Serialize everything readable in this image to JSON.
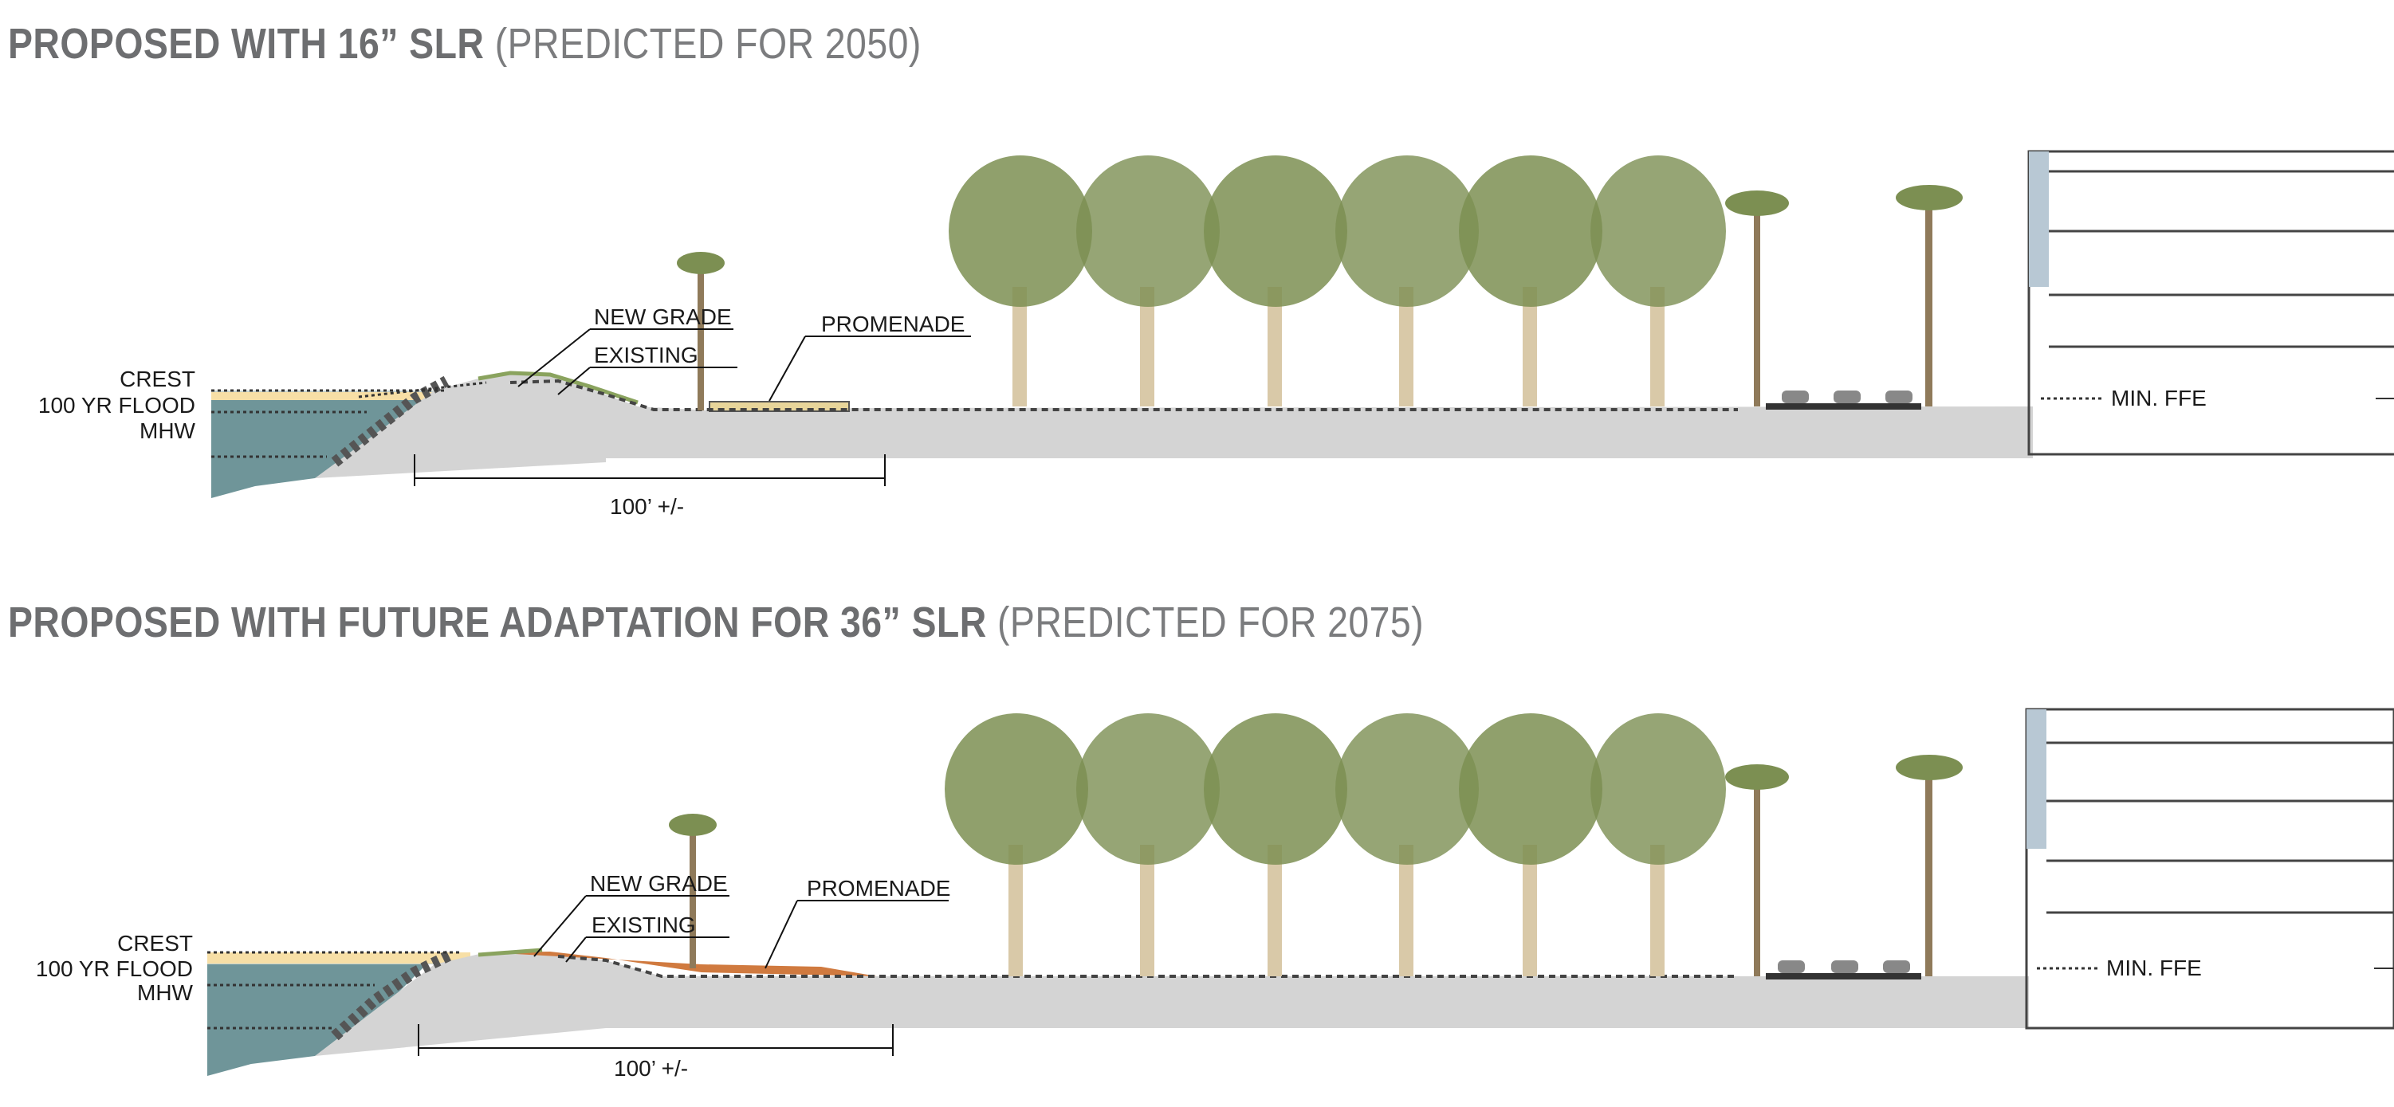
{
  "sections": [
    {
      "title_bold": "PROPOSED WITH 16” SLR",
      "title_sub": "(PREDICTED FOR 2050)",
      "labels": {
        "crest": "CREST",
        "flood": "100 YR FLOOD",
        "mhw": "MHW",
        "new_grade": "NEW GRADE",
        "existing": "EXISTING",
        "promenade": "PROMENADE",
        "dimension": "100’ +/-",
        "min_ffe": "MIN. FFE"
      }
    },
    {
      "title_bold": "PROPOSED WITH FUTURE ADAPTATION FOR 36” SLR",
      "title_sub": "(PREDICTED FOR 2075)",
      "labels": {
        "crest": "CREST",
        "flood": "100 YR FLOOD",
        "mhw": "MHW",
        "new_grade": "NEW GRADE",
        "existing": "EXISTING",
        "promenade": "PROMENADE",
        "dimension": "100’ +/-",
        "min_ffe": "MIN. FFE"
      }
    }
  ],
  "colors": {
    "title": "#6d6e70",
    "water": "#6f9599",
    "water_light": "#c7d4d0",
    "flood_band": "#f7dfa6",
    "ground": "#d4d4d4",
    "fill_orange": "#d07a3f",
    "tree_green": "#7c8f52",
    "trunk": "#d9c9a8",
    "palm": "#8f7a5a"
  }
}
